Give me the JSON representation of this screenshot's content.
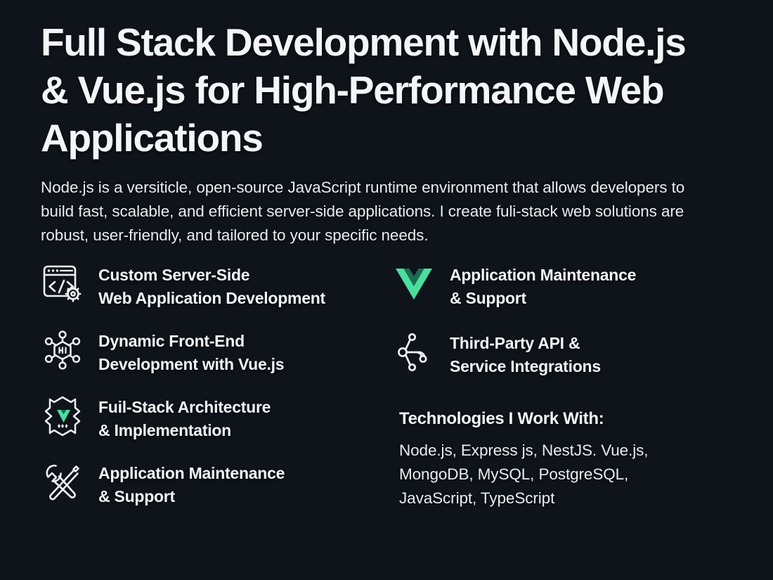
{
  "theme": {
    "background": "#0f141b",
    "text_primary": "#f3f5f8",
    "text_body": "#e9edf2",
    "accent_green": "#4ade9e",
    "accent_green_dark": "#1e6b52"
  },
  "headline": "Full Stack Development with Node.js & Vue.js for High-Performance Web Applications",
  "intro": "Node.js is a versiticle, open-source JavaScript runtime environment that allows developers to build fast, scalable, and efficient server-side applications. I create fuli-stack web solutions are robust, user-friendly, and tailored to your specific needs.",
  "features_left": [
    {
      "icon": "browser-code-gear-icon",
      "label": "Custom Server-Side\nWeb Application Development"
    },
    {
      "icon": "hexagon-network-icon",
      "label": "Dynamic Front-End\nDevelopment with Vue.js"
    },
    {
      "icon": "vue-stack-badge-icon",
      "label": "Fuil-Stack Architecture\n& Implementation"
    },
    {
      "icon": "wrench-screwdriver-icon",
      "label": "Application Maintenance\n& Support"
    }
  ],
  "features_right": [
    {
      "icon": "vue-logo-icon",
      "label": "Application Maintenance\n& Support"
    },
    {
      "icon": "api-nodes-icon",
      "label": "Third-Party API &\nService Integrations"
    }
  ],
  "technologies": {
    "title": "Technologies I Work With:",
    "list": "Node.js, Express js, NestJS. Vue.js, MongoDB, MySQL, PostgreSQL, JavaScript, TypeScript"
  }
}
